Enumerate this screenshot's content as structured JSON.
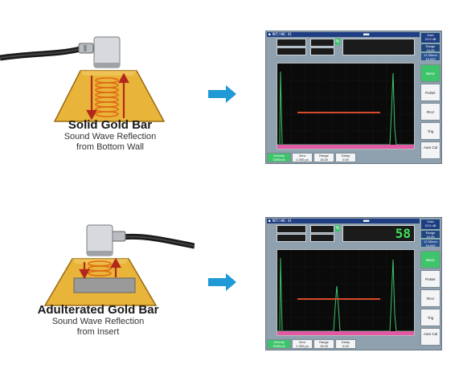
{
  "diagrams": [
    {
      "title": "Solid Gold Bar",
      "subtitle_line1": "Sound Wave Reflection",
      "subtitle_line2": "from Bottom Wall",
      "screen": {
        "header_left": "■ NDT/ABC 01",
        "header_mid": "■■■",
        "gate_label": "%",
        "reading": "",
        "side_gain": [
          "Gain",
          "22.0 dB"
        ],
        "side_range": [
          "Range",
          "15.26"
        ],
        "side_info": [
          "12.00mm",
          "16.000"
        ],
        "side_buttons": [
          "Basic",
          "Pulser",
          "Rcvr",
          "Trig",
          "Auto Cal"
        ],
        "bottom": [
          {
            "label": "Velocity",
            "value": "3250m/s"
          },
          {
            "label": "Zero",
            "value": "1.000 µs"
          },
          {
            "label": "Range",
            "value": "15.00"
          },
          {
            "label": "Delay",
            "value": "0.00"
          }
        ]
      }
    },
    {
      "title": "Adulterated Gold Bar",
      "subtitle_line1": "Sound Wave Reflection",
      "subtitle_line2": "from Insert",
      "screen": {
        "header_left": "■ NDT/ABC 01",
        "header_mid": "■■■",
        "gate_label": "%",
        "reading": "58",
        "side_gain": [
          "Gain",
          "22.0 dB"
        ],
        "side_range": [
          "Range",
          "15.26"
        ],
        "side_info": [
          "12.00mm",
          "16.000"
        ],
        "side_buttons": [
          "Basic",
          "Pulser",
          "Rcvr",
          "Trig",
          "Auto Cal"
        ],
        "bottom": [
          {
            "label": "Velocity",
            "value": "3250m/s"
          },
          {
            "label": "Zero",
            "value": "1.000 µs"
          },
          {
            "label": "Range",
            "value": "15.00"
          },
          {
            "label": "Delay",
            "value": "0.00"
          }
        ]
      }
    }
  ],
  "colors": {
    "gold": "#e8b43a",
    "gold_dark": "#b27a12",
    "arrow_blue": "#1f9ad6",
    "arrow_red": "#c83a1e",
    "echo_green": "#3ec46a",
    "gate_red": "#d84a2a",
    "insert_gray": "#9a9a9a"
  }
}
